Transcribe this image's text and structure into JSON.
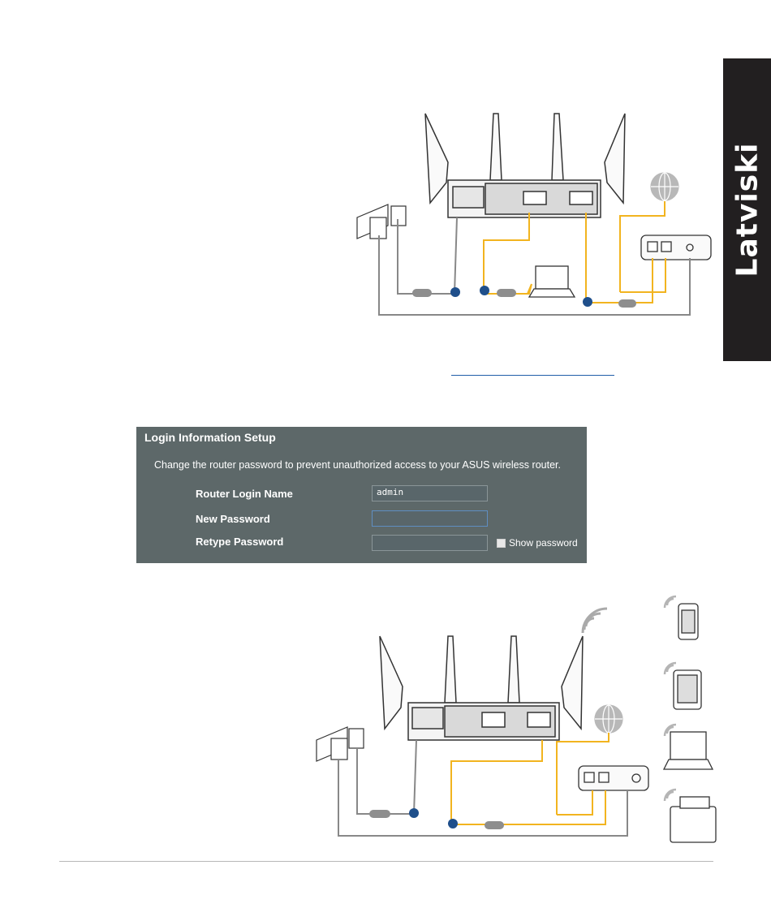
{
  "side_tab": {
    "label": "Latviski"
  },
  "login_setup": {
    "title": "Login Information Setup",
    "description": "Change the router password to prevent unauthorized access to your ASUS wireless router.",
    "router_login_name_label": "Router Login Name",
    "router_login_name_value": "admin",
    "new_password_label": "New Password",
    "new_password_value": "",
    "retype_password_label": "Retype Password",
    "retype_password_value": "",
    "show_password_label": "Show password"
  },
  "colors": {
    "cable_yellow": "#f2b41f",
    "cable_gray": "#888888",
    "connector_blue": "#1f4f8b",
    "panel_bg": "#5d6869",
    "tab_bg": "#221f20"
  }
}
